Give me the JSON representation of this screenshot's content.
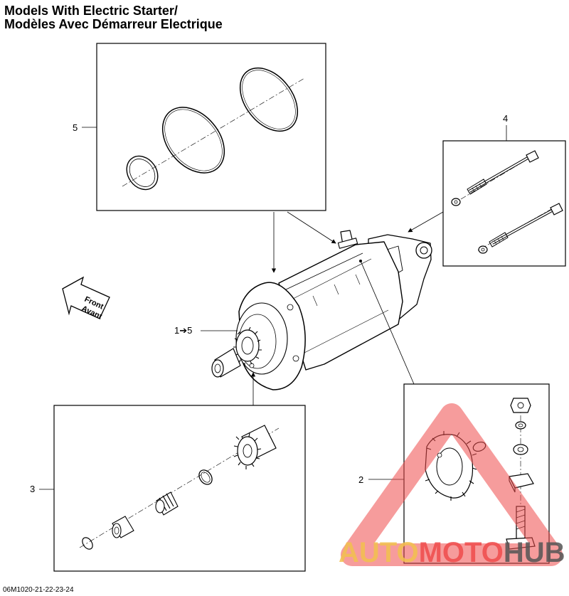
{
  "title": {
    "line1": "Models With Electric Starter/",
    "line2": "Modèles Avec Démarreur Electrique"
  },
  "callouts": {
    "c1": "5",
    "c2": "4",
    "c3": "1➔5",
    "c4": "3",
    "c5": "2"
  },
  "direction": {
    "front": "Front",
    "avant": "Avant"
  },
  "drawing_number": "06M1020-21-22-23-24",
  "watermark": {
    "part1": "AUTO",
    "part2": "MOTO",
    "part3": "HUB",
    "color1": "#f2c14e",
    "color2": "#ef4b4b",
    "color3": "#555555"
  }
}
